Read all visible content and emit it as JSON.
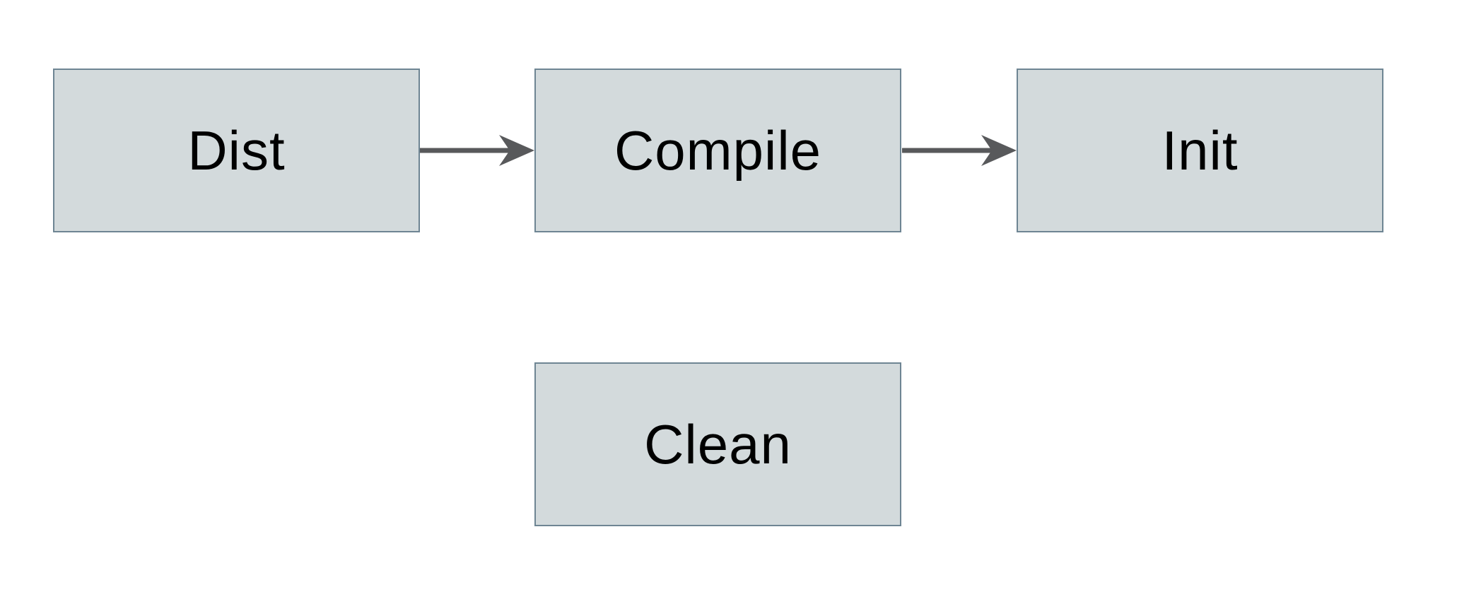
{
  "diagram": {
    "nodes": [
      {
        "id": "dist",
        "label": "Dist"
      },
      {
        "id": "compile",
        "label": "Compile"
      },
      {
        "id": "init",
        "label": "Init"
      },
      {
        "id": "clean",
        "label": "Clean"
      }
    ],
    "edges": [
      {
        "from": "Dist",
        "to": "Compile",
        "style": "solid",
        "arrowhead": "barbed-right"
      },
      {
        "from": "Compile",
        "to": "Init",
        "style": "solid",
        "arrowhead": "barbed-right"
      }
    ],
    "colors": {
      "node_fill": "#d3dadc",
      "node_border": "#6e8593",
      "arrow": "#58595b",
      "text": "#000000",
      "background": "#ffffff"
    }
  }
}
